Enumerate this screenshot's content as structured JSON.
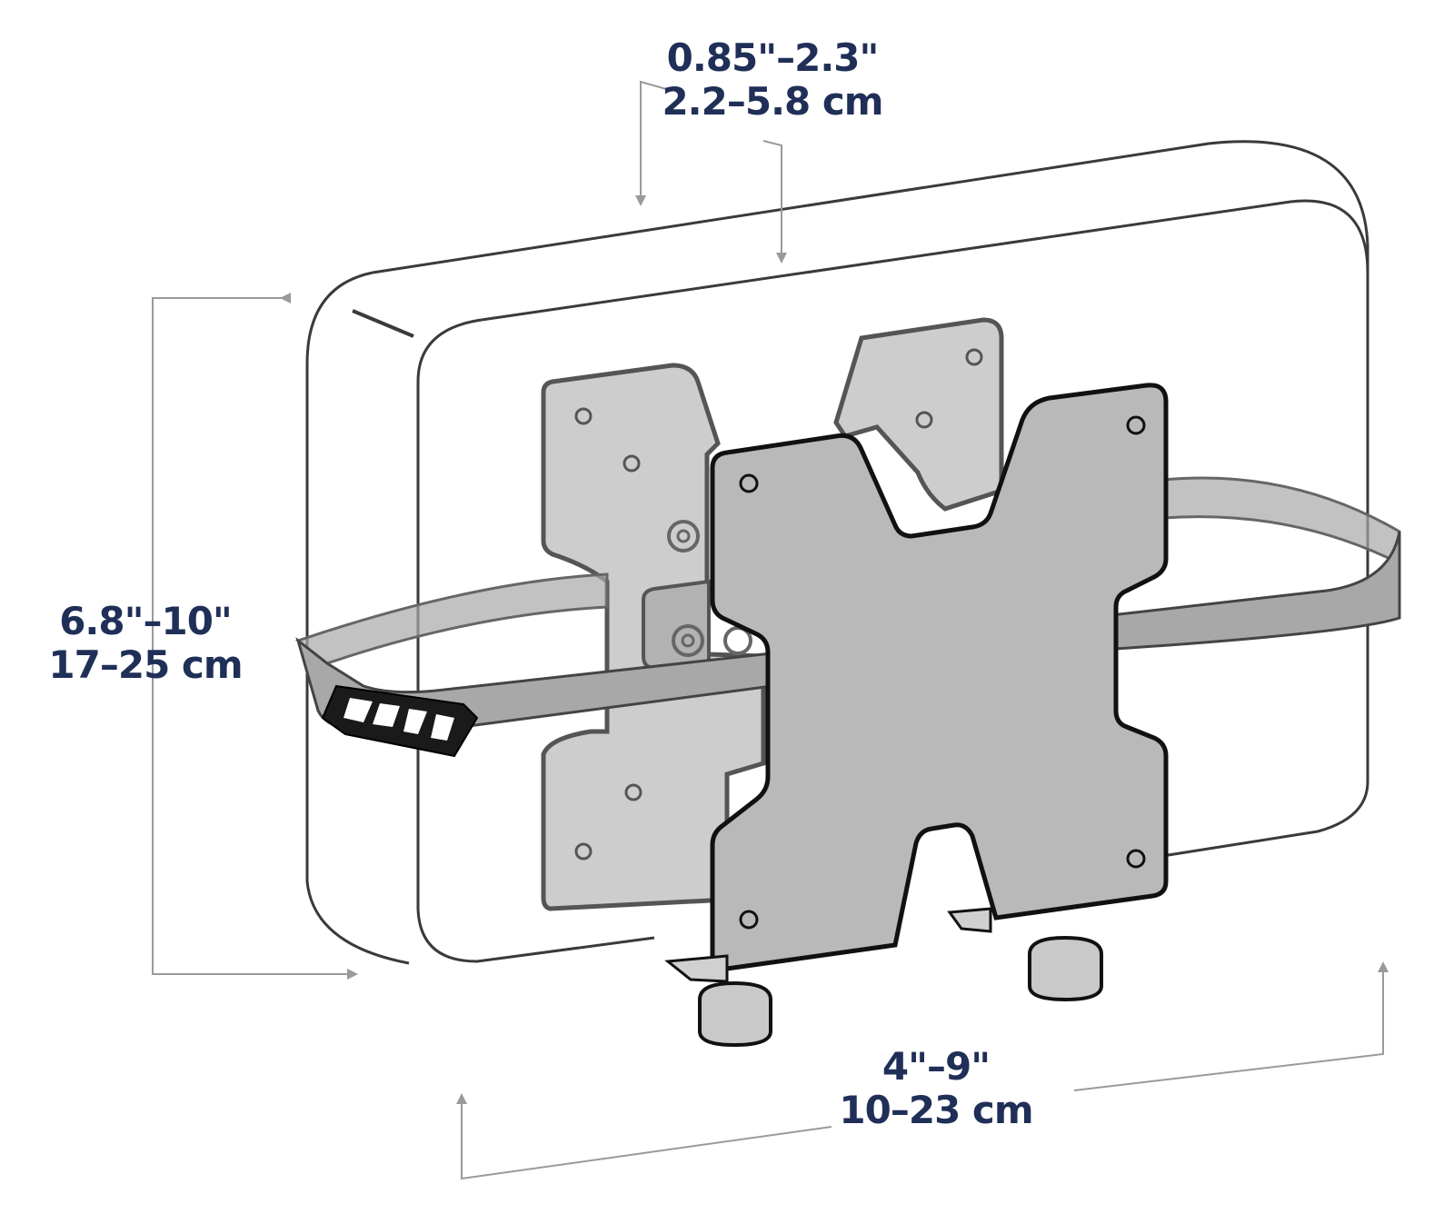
{
  "dimensions": {
    "depth": {
      "imperial": "0.85\"–2.3\"",
      "metric": "2.2–5.8 cm"
    },
    "height": {
      "imperial": "6.8\"–10\"",
      "metric": "17–25 cm"
    },
    "width": {
      "imperial": "4\"–9\"",
      "metric": "10–23 cm"
    }
  },
  "colors": {
    "label_text": "#1f2f57",
    "dimension_line": "#9a9a9a",
    "outline": "#3a3a3a",
    "bracket_fill": "#b9b9b9",
    "strap_fill": "#a8a8a8",
    "buckle": "#1a1a1a"
  }
}
